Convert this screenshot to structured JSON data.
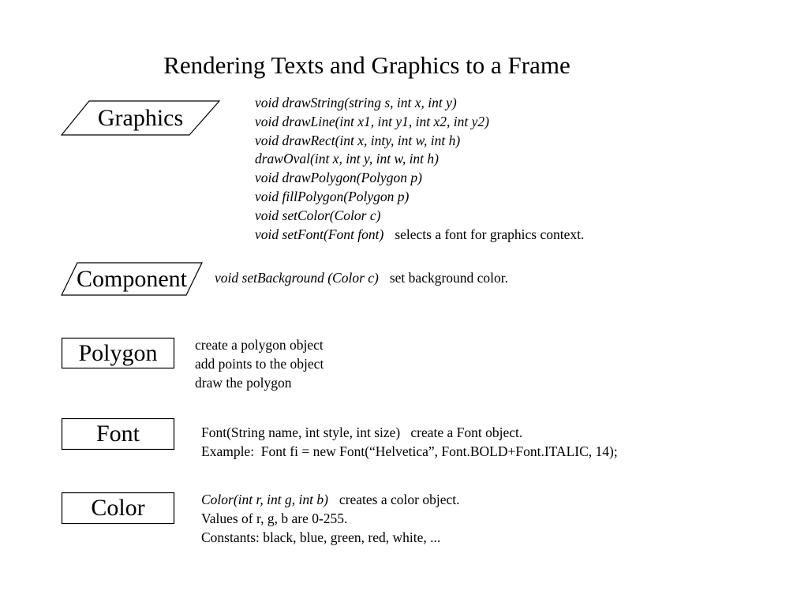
{
  "title": "Rendering Texts and Graphics to a Frame",
  "graphics": {
    "label": "Graphics",
    "lines": [
      {
        "code": "void drawString(string s, int x, int y)"
      },
      {
        "code": "void drawLine(int x1, int y1, int x2, int y2)"
      },
      {
        "code": "void drawRect(int x, inty, int w, int h)"
      },
      {
        "code": "drawOval(int x, int y, int w, int h)"
      },
      {
        "code": "void drawPolygon(Polygon p)"
      },
      {
        "code": "void fillPolygon(Polygon p)"
      },
      {
        "code": "void setColor(Color c)"
      },
      {
        "code": "void setFont(Font font)",
        "text": "selects a font for graphics context."
      }
    ]
  },
  "component": {
    "label": "Component",
    "lines": [
      {
        "code": "void setBackground (Color c)",
        "text": "set background color."
      }
    ]
  },
  "polygon": {
    "label": "Polygon",
    "lines": [
      {
        "text": "create a polygon object"
      },
      {
        "text": "add points to the object"
      },
      {
        "text": "draw the polygon"
      }
    ]
  },
  "font": {
    "label": "Font",
    "lines": [
      {
        "text": "Font(String name, int style, int size)   create a Font object."
      },
      {
        "text": "Example:  Font fi = new Font(“Helvetica”, Font.BOLD+Font.ITALIC, 14);"
      }
    ]
  },
  "color": {
    "label": "Color",
    "lines": [
      {
        "code": "Color(int r, int g, int b)",
        "text": "creates a color object."
      },
      {
        "text": "Values of r, g, b are 0-255."
      },
      {
        "text": "Constants: black, blue, green, red, white, ..."
      }
    ]
  }
}
